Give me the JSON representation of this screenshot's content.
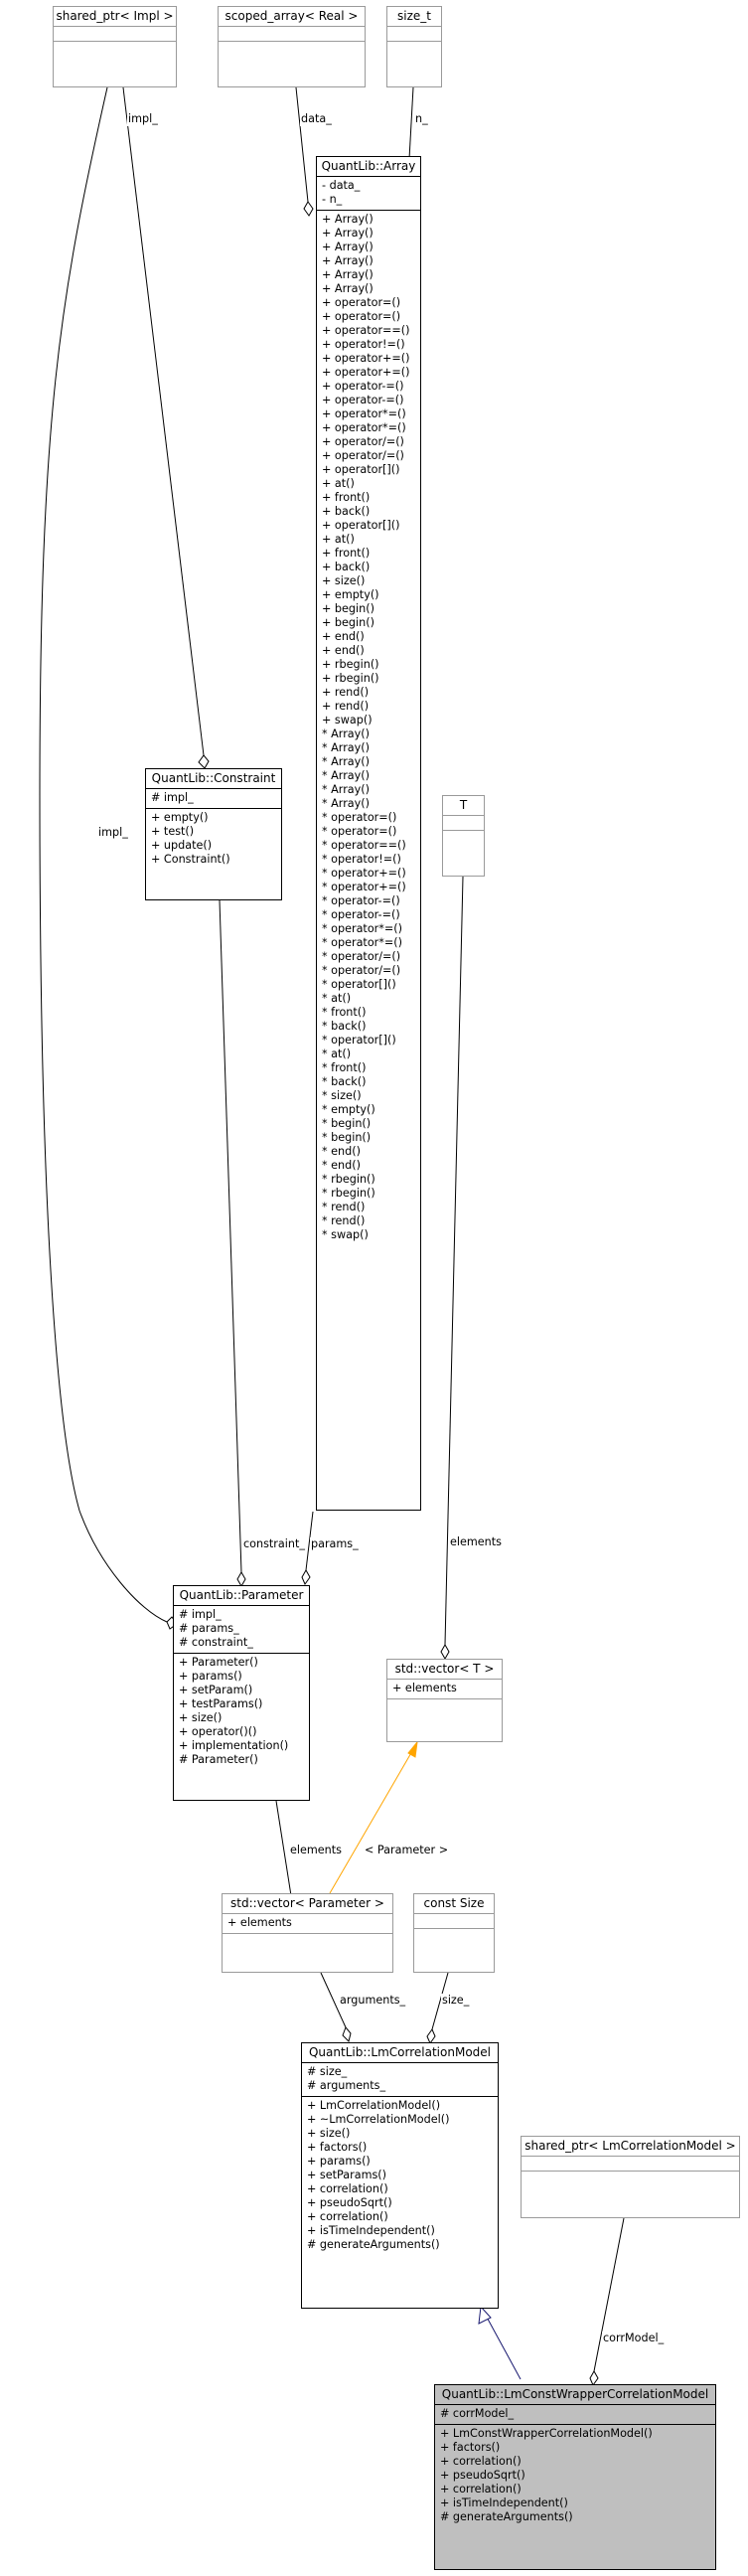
{
  "classes": {
    "shared_ptr_impl": {
      "title": "shared_ptr< Impl >",
      "attrs": [],
      "methods": []
    },
    "scoped_array_real": {
      "title": "scoped_array< Real >",
      "attrs": [],
      "methods": []
    },
    "size_t": {
      "title": "size_t",
      "attrs": [],
      "methods": []
    },
    "array": {
      "title": "QuantLib::Array",
      "attrs": [
        "- data_",
        "- n_"
      ],
      "methods": [
        "+ Array()",
        "+ Array()",
        "+ Array()",
        "+ Array()",
        "+ Array()",
        "+ Array()",
        "+ operator=()",
        "+ operator=()",
        "+ operator==()",
        "+ operator!=()",
        "+ operator+=()",
        "+ operator+=()",
        "+ operator-=()",
        "+ operator-=()",
        "+ operator*=()",
        "+ operator*=()",
        "+ operator/=()",
        "+ operator/=()",
        "+ operator[]()",
        "+ at()",
        "+ front()",
        "+ back()",
        "+ operator[]()",
        "+ at()",
        "+ front()",
        "+ back()",
        "+ size()",
        "+ empty()",
        "+ begin()",
        "+ begin()",
        "+ end()",
        "+ end()",
        "+ rbegin()",
        "+ rbegin()",
        "+ rend()",
        "+ rend()",
        "+ swap()",
        "* Array()",
        "* Array()",
        "* Array()",
        "* Array()",
        "* Array()",
        "* Array()",
        "* operator=()",
        "* operator=()",
        "* operator==()",
        "* operator!=()",
        "* operator+=()",
        "* operator+=()",
        "* operator-=()",
        "* operator-=()",
        "* operator*=()",
        "* operator*=()",
        "* operator/=()",
        "* operator/=()",
        "* operator[]()",
        "* at()",
        "* front()",
        "* back()",
        "* operator[]()",
        "* at()",
        "* front()",
        "* back()",
        "* size()",
        "* empty()",
        "* begin()",
        "* begin()",
        "* end()",
        "* end()",
        "* rbegin()",
        "* rbegin()",
        "* rend()",
        "* rend()",
        "* swap()"
      ]
    },
    "constraint": {
      "title": "QuantLib::Constraint",
      "attrs": [
        "# impl_"
      ],
      "methods": [
        "+ empty()",
        "+ test()",
        "+ update()",
        "+ Constraint()"
      ]
    },
    "t": {
      "title": "T",
      "attrs": [],
      "methods": []
    },
    "parameter": {
      "title": "QuantLib::Parameter",
      "attrs": [
        "# impl_",
        "# params_",
        "# constraint_"
      ],
      "methods": [
        "+ Parameter()",
        "+ params()",
        "+ setParam()",
        "+ testParams()",
        "+ size()",
        "+ operator()()",
        "+ implementation()",
        "# Parameter()"
      ]
    },
    "vector_t": {
      "title": "std::vector< T >",
      "attrs": [
        "+ elements"
      ],
      "methods": []
    },
    "vector_parameter": {
      "title": "std::vector< Parameter >",
      "attrs": [
        "+ elements"
      ],
      "methods": []
    },
    "const_size": {
      "title": "const Size",
      "attrs": [],
      "methods": []
    },
    "lm_correlation_model": {
      "title": "QuantLib::LmCorrelationModel",
      "attrs": [
        "# size_",
        "# arguments_"
      ],
      "methods": [
        "+ LmCorrelationModel()",
        "+ ~LmCorrelationModel()",
        "+ size()",
        "+ factors()",
        "+ params()",
        "+ setParams()",
        "+ correlation()",
        "+ pseudoSqrt()",
        "+ correlation()",
        "+ isTimeIndependent()",
        "# generateArguments()"
      ]
    },
    "shared_ptr_lm": {
      "title": "shared_ptr< LmCorrelationModel >",
      "attrs": [],
      "methods": []
    },
    "lm_const_wrapper": {
      "title": "QuantLib::LmConstWrapperCorrelationModel",
      "attrs": [
        "# corrModel_"
      ],
      "methods": [
        "+ LmConstWrapperCorrelationModel()",
        "+ factors()",
        "+ correlation()",
        "+ pseudoSqrt()",
        "+ correlation()",
        "+ isTimeIndependent()",
        "# generateArguments()"
      ]
    }
  },
  "edge_labels": {
    "impl_top": "impl_",
    "data": "data_",
    "n": "n_",
    "impl_left": "impl_",
    "constraint": "constraint_",
    "params": "params_",
    "elements_t": "elements",
    "elements_param": "elements",
    "template_binding": "< Parameter >",
    "arguments": "arguments_",
    "size": "size_",
    "corr_model": "corrModel_"
  },
  "colors": {
    "background": "#ffffff",
    "selected_class": "#bfbfbf",
    "external_border": "#9a9a9a",
    "template_arrow": "#ffa500",
    "inheritance_arrow": "#191970"
  }
}
